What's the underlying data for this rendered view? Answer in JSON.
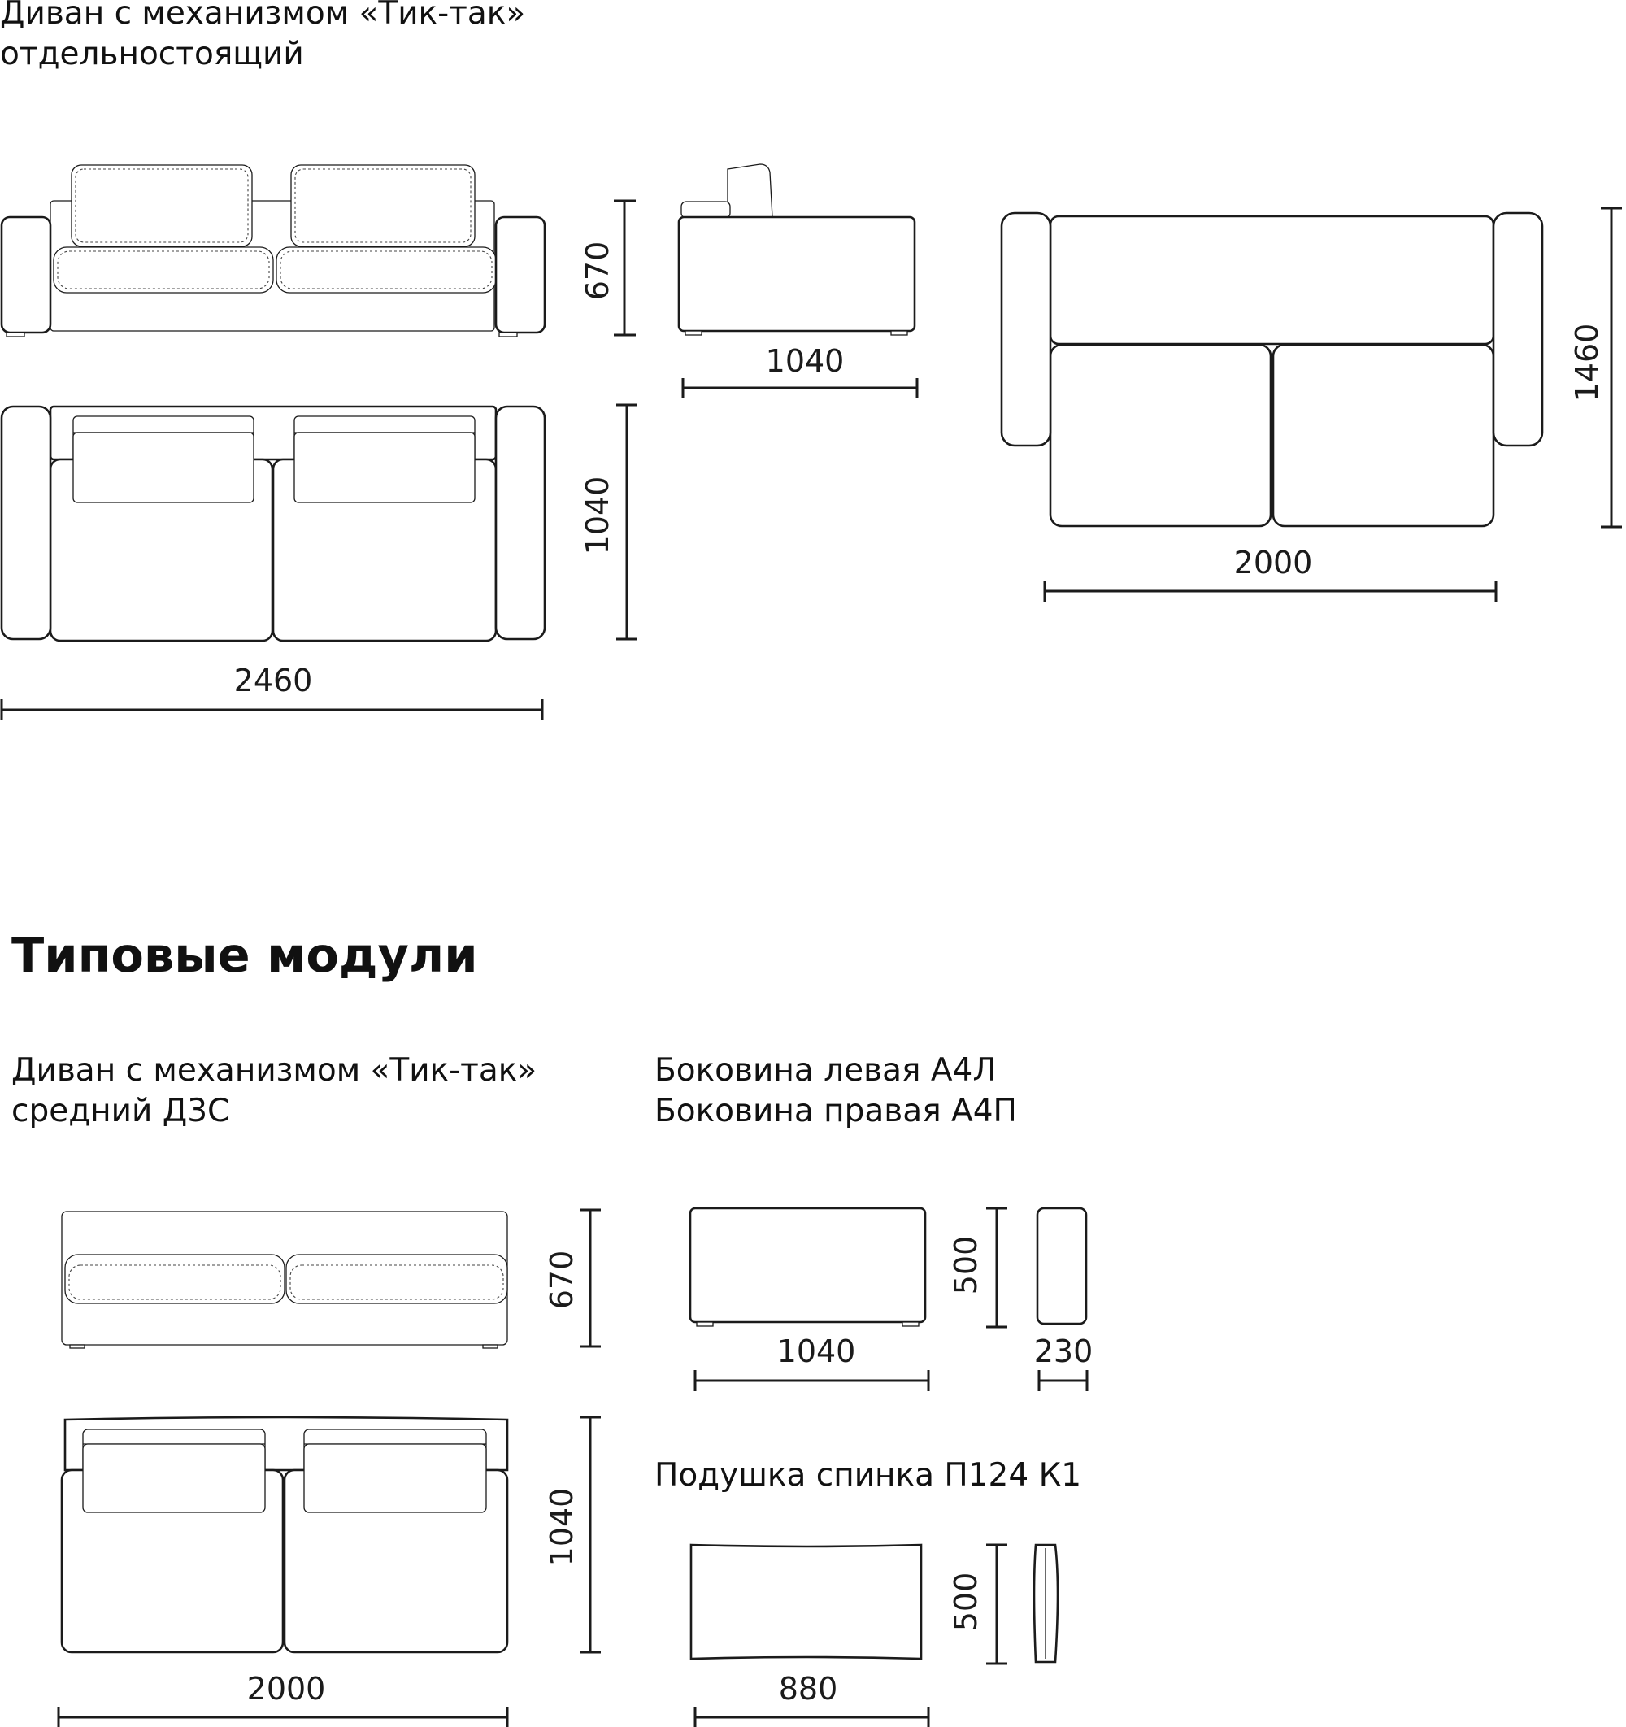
{
  "sofa_section": {
    "title_line1": "Диван с механизмом «Тик-так»",
    "title_line2": "отдельностоящий",
    "dims": {
      "front_height": "670",
      "side_depth": "1040",
      "top_depth": "1040",
      "top_width": "2460",
      "bed_width": "2000",
      "bed_length": "1460"
    }
  },
  "modules_heading": "Типовые модули",
  "module_middle": {
    "title_line1": "Диван с механизмом «Тик-так»",
    "title_line2": "средний Д3С",
    "dims": {
      "height": "670",
      "depth": "1040",
      "width": "2000"
    }
  },
  "module_armrest": {
    "title_line1": "Боковина левая А4Л",
    "title_line2": "Боковина правая А4П",
    "dims": {
      "height": "500",
      "length": "1040",
      "thickness": "230"
    }
  },
  "module_cushion": {
    "title": "Подушка спинка П124 К1",
    "dims": {
      "height": "500",
      "width": "880"
    }
  }
}
